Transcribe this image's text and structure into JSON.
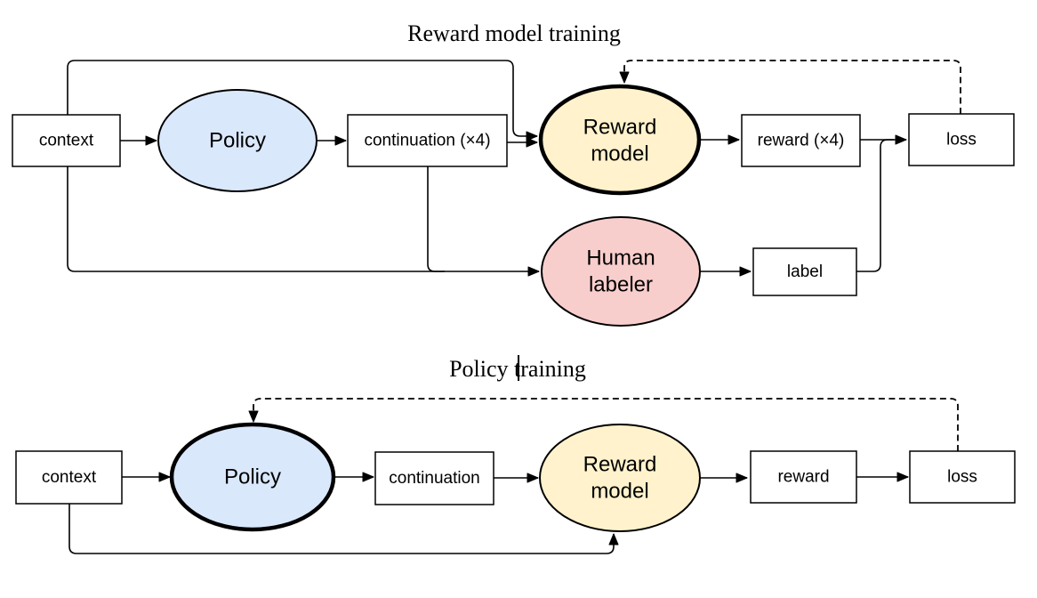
{
  "colors": {
    "policy_fill": "#dae8fc",
    "reward_model_fill": "#fff2cc",
    "human_labeler_fill": "#f8cecc",
    "node_fill": "#ffffff",
    "line": "#000000"
  },
  "top": {
    "title": "Reward model training",
    "context": "context",
    "policy": "Policy",
    "continuation": "continuation (×4)",
    "reward_model": {
      "line1": "Reward",
      "line2": "model"
    },
    "reward": "reward (×4)",
    "loss": "loss",
    "human_labeler": {
      "line1": "Human",
      "line2": "labeler"
    },
    "label": "label"
  },
  "bottom": {
    "title": "Policy training",
    "context": "context",
    "policy": "Policy",
    "continuation": "continuation",
    "reward_model": {
      "line1": "Reward",
      "line2": "model"
    },
    "reward": "reward",
    "loss": "loss"
  }
}
